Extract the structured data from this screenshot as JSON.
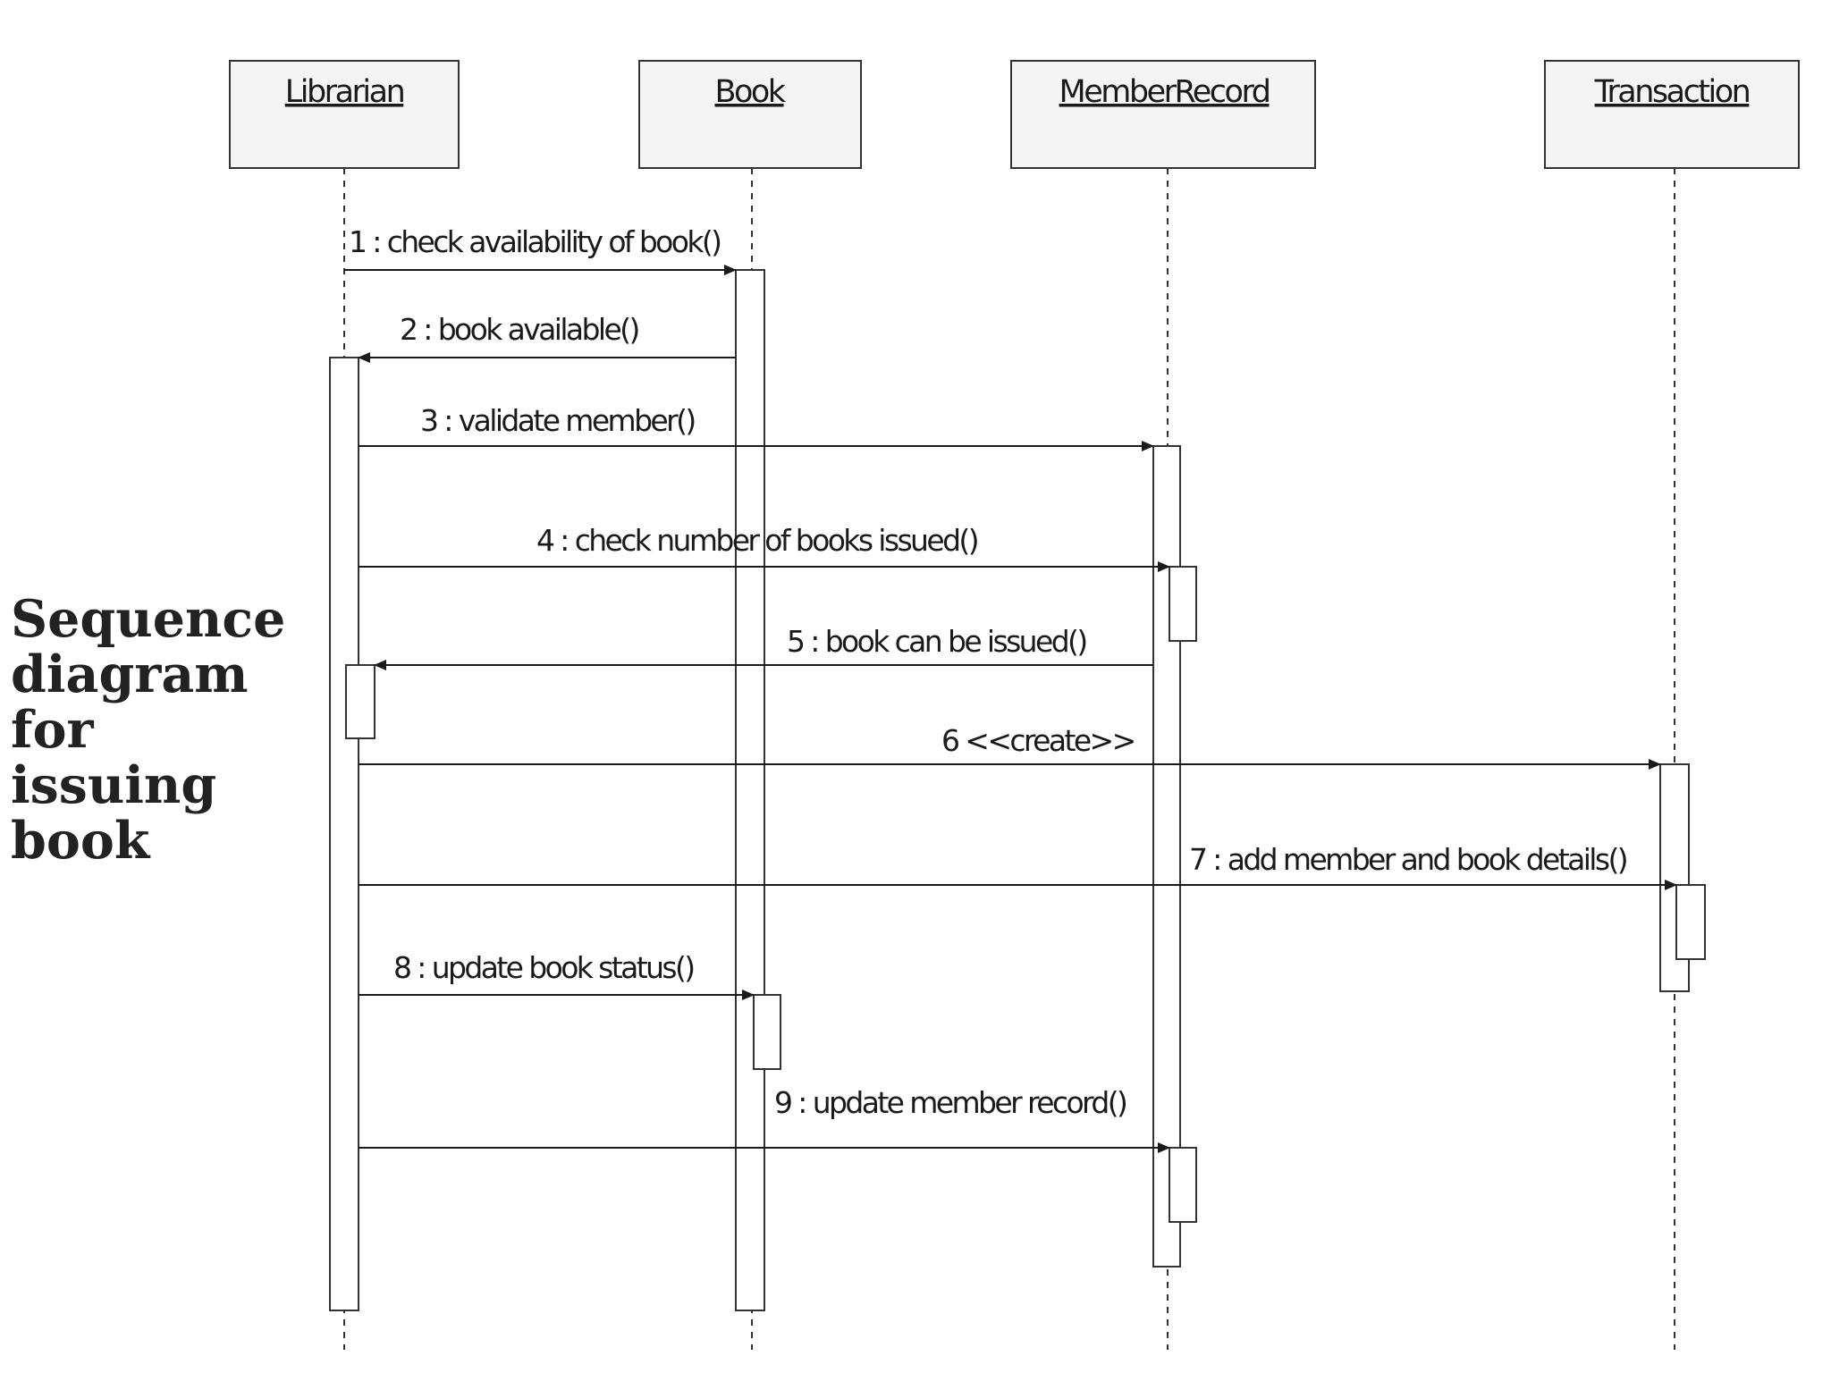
{
  "title_lines": [
    "Sequence",
    "diagram",
    "for issuing",
    "book"
  ],
  "lifelines": [
    {
      "id": "librarian",
      "label": "Librarian"
    },
    {
      "id": "book",
      "label": "Book"
    },
    {
      "id": "member-record",
      "label": "MemberRecord"
    },
    {
      "id": "transaction",
      "label": "Transaction"
    }
  ],
  "messages": [
    {
      "label": "1 : check availability of book()",
      "from": "librarian",
      "to": "book"
    },
    {
      "label": "2 : book available()",
      "from": "book",
      "to": "librarian"
    },
    {
      "label": "3 : validate member()",
      "from": "librarian",
      "to": "member-record"
    },
    {
      "label": "4 : check number of books issued()",
      "from": "librarian",
      "to": "member-record"
    },
    {
      "label": "5 : book can be issued()",
      "from": "member-record",
      "to": "librarian"
    },
    {
      "label": "6 <<create>>",
      "from": "librarian",
      "to": "transaction"
    },
    {
      "label": "7 : add member and book details()",
      "from": "librarian",
      "to": "transaction"
    },
    {
      "label": "8 : update book status()",
      "from": "librarian",
      "to": "book"
    },
    {
      "label": "9 : update member record()",
      "from": "librarian",
      "to": "member-record"
    }
  ]
}
